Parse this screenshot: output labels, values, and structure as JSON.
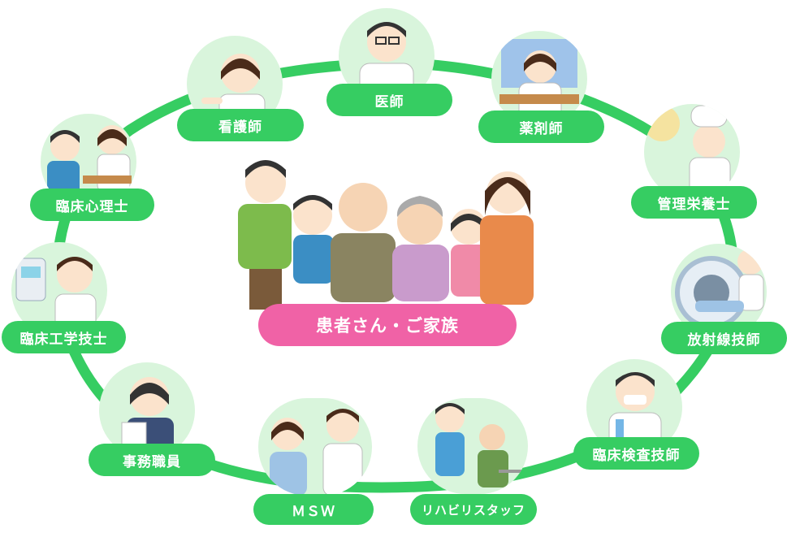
{
  "colors": {
    "ring": "#36cd62",
    "bubble": "#d9f5dc",
    "label_bg": "#36cd62",
    "center_bg": "#f062a6"
  },
  "center": {
    "label": "患者さん・ご家族"
  },
  "roles": [
    {
      "id": "doctor",
      "label": "医師",
      "icon": "doctor-icon"
    },
    {
      "id": "pharmacist",
      "label": "薬剤師",
      "icon": "pharmacist-icon"
    },
    {
      "id": "dietitian",
      "label": "管理栄養士",
      "icon": "dietitian-icon"
    },
    {
      "id": "radiology",
      "label": "放射線技師",
      "icon": "mri-technician-icon"
    },
    {
      "id": "lab",
      "label": "臨床検査技師",
      "icon": "lab-technician-icon"
    },
    {
      "id": "rehab",
      "label": "リハビリスタッフ",
      "icon": "rehab-staff-icon"
    },
    {
      "id": "msw",
      "label": "ＭＳＷ",
      "icon": "social-worker-icon"
    },
    {
      "id": "clerk",
      "label": "事務職員",
      "icon": "office-clerk-icon"
    },
    {
      "id": "ce",
      "label": "臨床工学技士",
      "icon": "clinical-engineer-icon"
    },
    {
      "id": "psychologist",
      "label": "臨床心理士",
      "icon": "psychologist-icon"
    },
    {
      "id": "nurse",
      "label": "看護師",
      "icon": "nurse-icon"
    }
  ]
}
